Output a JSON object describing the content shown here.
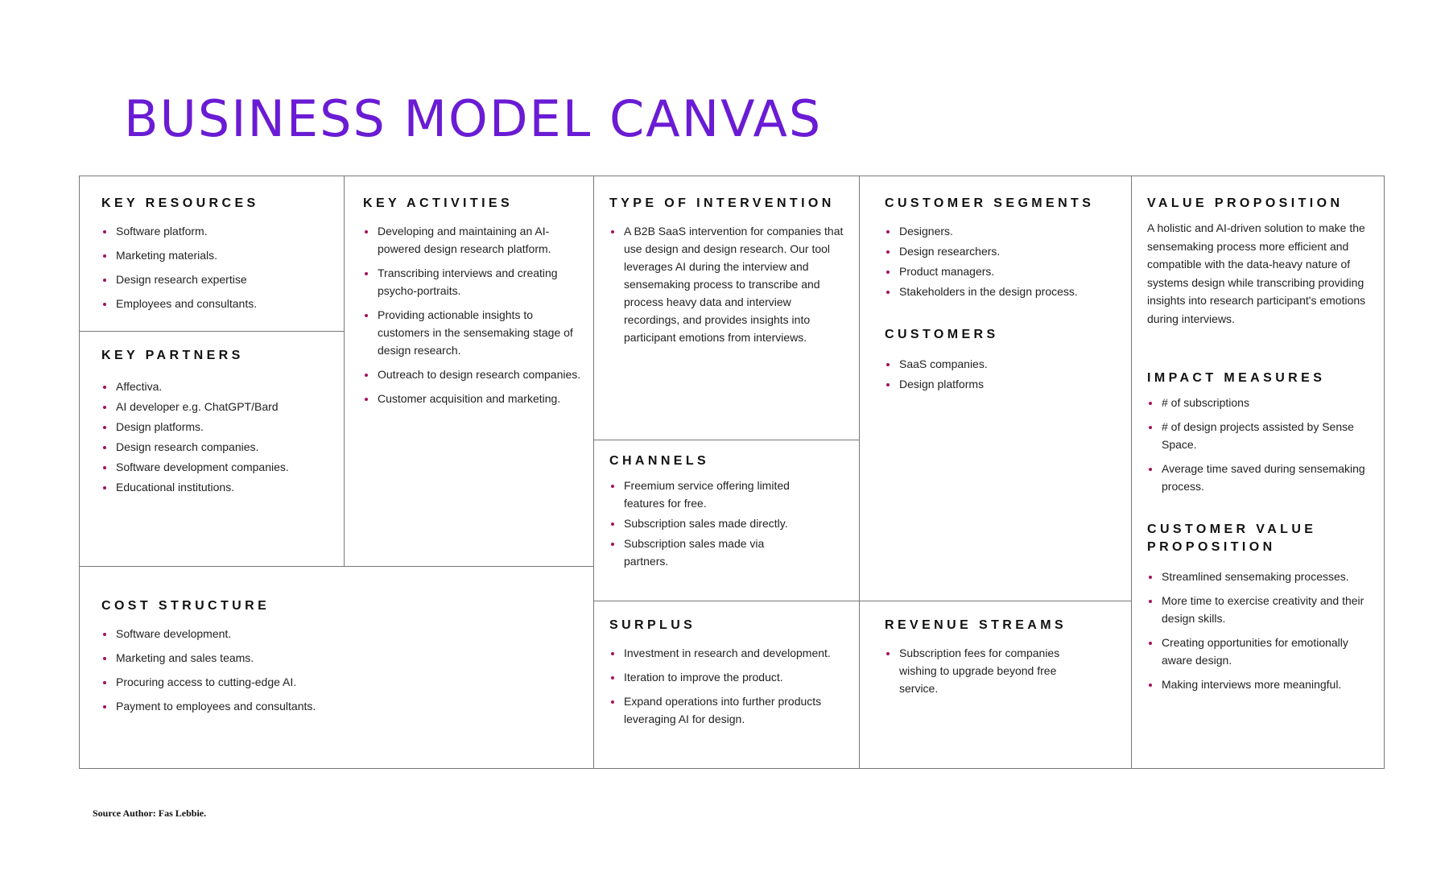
{
  "page": {
    "title": "BUSINESS MODEL CANVAS",
    "source": "Source Author: Fas Lebbie."
  },
  "canvas": {
    "key_resources": {
      "heading": "KEY RESOURCES",
      "items": [
        "Software platform.",
        "Marketing materials.",
        "Design research expertise",
        "Employees and consultants."
      ]
    },
    "key_partners": {
      "heading": "KEY PARTNERS",
      "items": [
        "Affectiva.",
        "AI developer e.g. ChatGPT/Bard",
        "Design platforms.",
        "Design research companies.",
        "Software development companies.",
        "Educational institutions."
      ]
    },
    "key_activities": {
      "heading": "KEY ACTIVITIES",
      "items": [
        "Developing and maintaining an AI-powered design research platform.",
        "Transcribing interviews and creating psycho-portraits.",
        "Providing actionable insights to customers in the sensemaking stage of design research.",
        "Outreach to design research companies.",
        "Customer acquisition and marketing."
      ]
    },
    "type_of_intervention": {
      "heading": "TYPE OF INTERVENTION",
      "items": [
        "A B2B SaaS intervention for companies that use design and design research. Our tool leverages AI during the interview and sensemaking process to transcribe and process heavy data and interview recordings, and provides insights into participant emotions from interviews."
      ]
    },
    "channels": {
      "heading": "CHANNELS",
      "items": [
        "Freemium service offering limited features for free.",
        "Subscription sales made directly.",
        "Subscription sales made via partners."
      ]
    },
    "surplus": {
      "heading": "SURPLUS",
      "items": [
        "Investment in research and development.",
        "Iteration to improve the product.",
        "Expand operations into further products leveraging AI for design."
      ]
    },
    "customer_segments": {
      "heading": "CUSTOMER SEGMENTS",
      "items": [
        "Designers.",
        "Design researchers.",
        "Product managers.",
        "Stakeholders in the design process."
      ]
    },
    "customers": {
      "heading": "CUSTOMERS",
      "items": [
        "SaaS companies.",
        "Design platforms"
      ]
    },
    "revenue_streams": {
      "heading": "REVENUE STREAMS",
      "items": [
        "Subscription fees for companies wishing to upgrade beyond free service."
      ]
    },
    "value_proposition": {
      "heading": "VALUE PROPOSITION",
      "text": "A holistic and AI-driven solution to make the sensemaking process more efficient and compatible with the data-heavy nature of systems design while transcribing providing insights into research participant's emotions during interviews."
    },
    "impact_measures": {
      "heading": "IMPACT MEASURES",
      "items": [
        "# of subscriptions",
        "# of design projects assisted by Sense Space.",
        "Average time saved during sensemaking process."
      ]
    },
    "customer_value_proposition": {
      "heading": "CUSTOMER VALUE PROPOSITION",
      "items": [
        "Streamlined sensemaking processes.",
        "More time to exercise creativity and their design skills.",
        "Creating opportunities for emotionally aware design.",
        "Making interviews more meaningful."
      ]
    },
    "cost_structure": {
      "heading": "COST STRUCTURE",
      "items": [
        "Software development.",
        "Marketing and sales teams.",
        "Procuring access to cutting-edge AI.",
        "Payment to employees and consultants."
      ]
    }
  }
}
